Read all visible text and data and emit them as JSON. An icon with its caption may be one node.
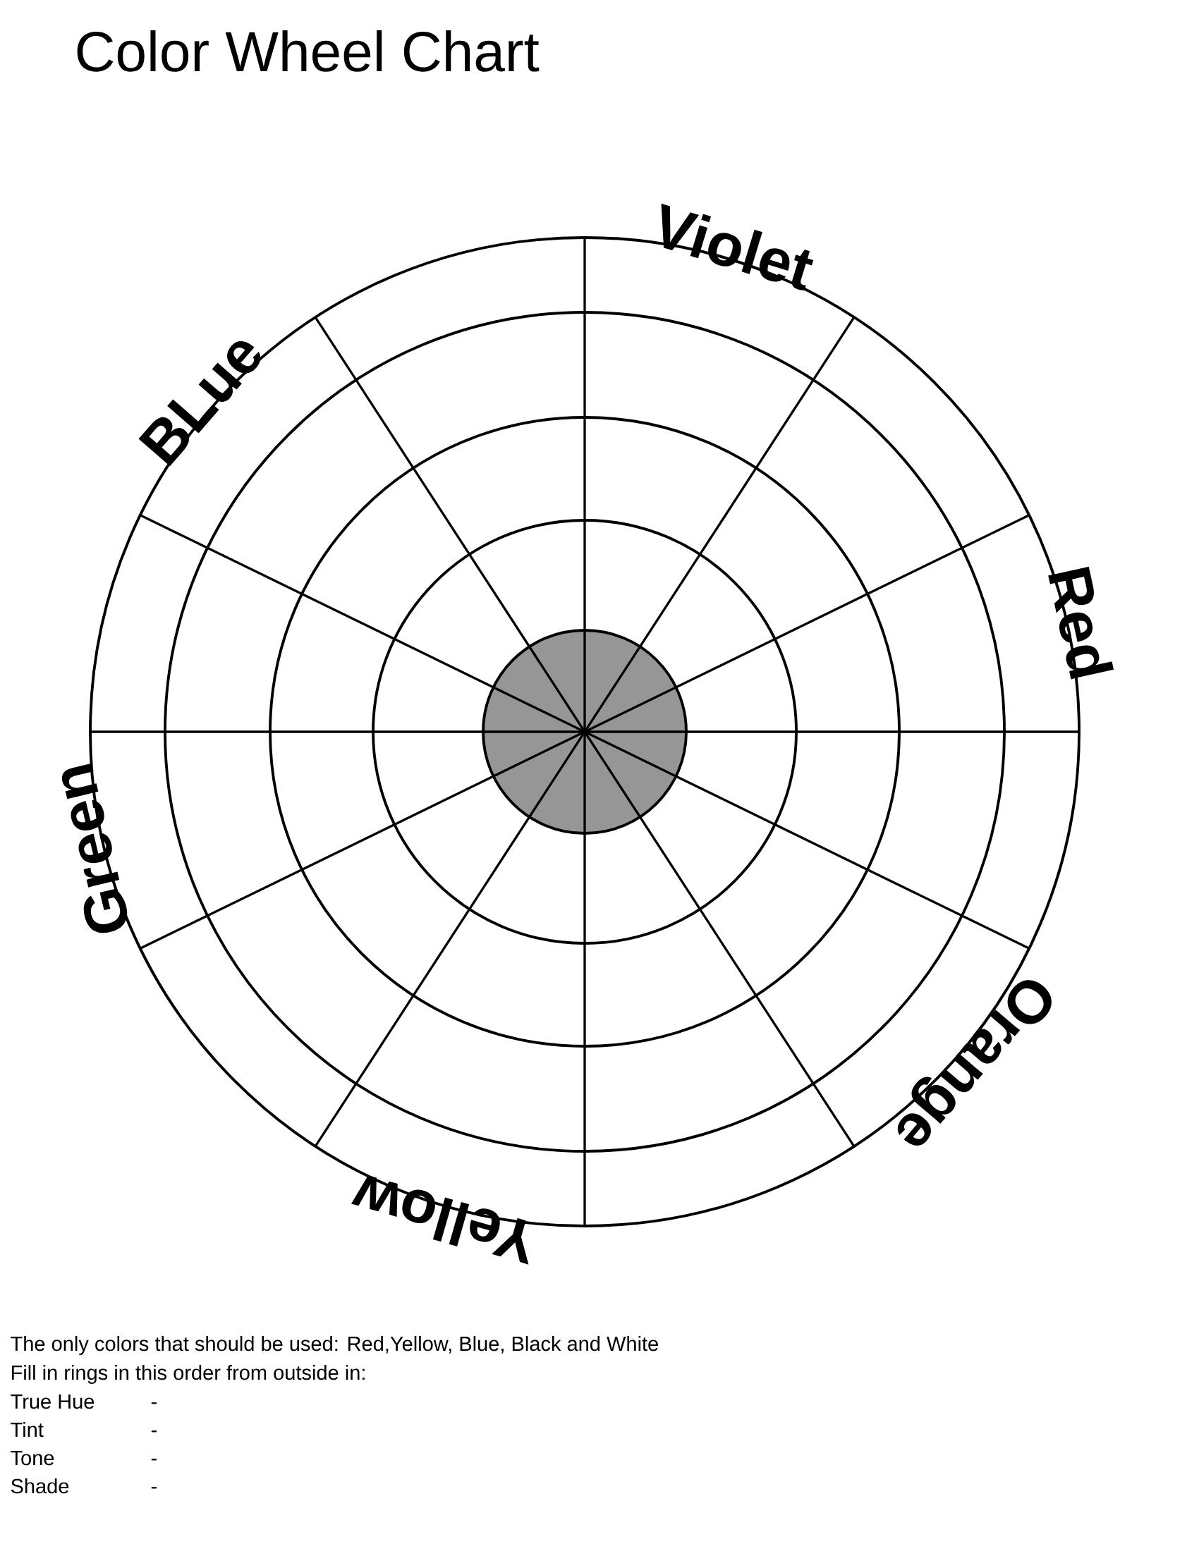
{
  "diagram": {
    "title": "Color Wheel Chart",
    "labels": [
      "Violet",
      "BLue",
      "Red",
      "Green",
      "Orange",
      "Yellow",
      "The only colors that should be used: Red,Yellow, Blue, Black and White",
      "Fill in rings in this order from outside in:",
      "True Hue",
      "-",
      "Tint",
      "-",
      "Tone",
      "-",
      "Shade",
      "-"
    ]
  }
}
